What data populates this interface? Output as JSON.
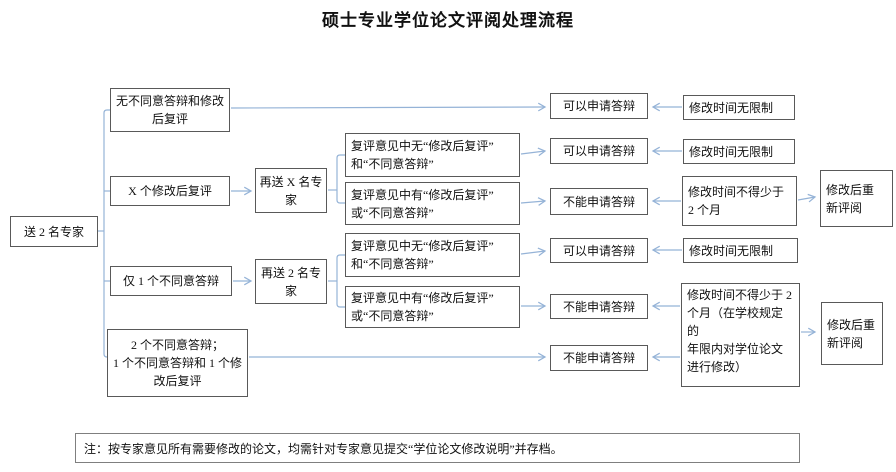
{
  "title": "硕士专业学位论文评阅处理流程",
  "colors": {
    "line": "#95b3d7",
    "box_border": "#595959"
  },
  "flow": {
    "start": "送 2 名专家",
    "branches": [
      {
        "label": "无不同意答辩和修改\n后复评"
      },
      {
        "label": "X 个修改后复评"
      },
      {
        "label": "仅 1 个不同意答辩"
      },
      {
        "label": "2 个不同意答辩；\n1 个不同意答辩和 1 个修\n改后复评"
      }
    ],
    "resend": [
      {
        "label": "再送 X 名专\n家"
      },
      {
        "label": "再送 2 名专\n家"
      }
    ],
    "reviews": [
      {
        "label": "复评意见中无“修改后复评”\n和“不同意答辩”"
      },
      {
        "label": "复评意见中有“修改后复评”\n或“不同意答辩”"
      },
      {
        "label": "复评意见中无“修改后复评”\n和“不同意答辩”"
      },
      {
        "label": "复评意见中有“修改后复评”\n或“不同意答辩”"
      }
    ],
    "results": [
      {
        "label": "可以申请答辩"
      },
      {
        "label": "可以申请答辩"
      },
      {
        "label": "不能申请答辩"
      },
      {
        "label": "可以申请答辩"
      },
      {
        "label": "不能申请答辩"
      },
      {
        "label": "不能申请答辩"
      }
    ],
    "times": [
      {
        "label": "修改时间无限制"
      },
      {
        "label": "修改时间无限制"
      },
      {
        "label": "修改时间不得少于\n2 个月"
      },
      {
        "label": "修改时间无限制"
      },
      {
        "label": "修改时间不得少于 2\n个月（在学校规定的\n年限内对学位论文\n进行修改）"
      }
    ],
    "rereview": [
      {
        "label": "修改后重\n新评阅"
      },
      {
        "label": "修改后重\n新评阅"
      }
    ]
  },
  "note": "注：按专家意见所有需要修改的论文，均需针对专家意见提交“学位论文修改说明”并存档。"
}
